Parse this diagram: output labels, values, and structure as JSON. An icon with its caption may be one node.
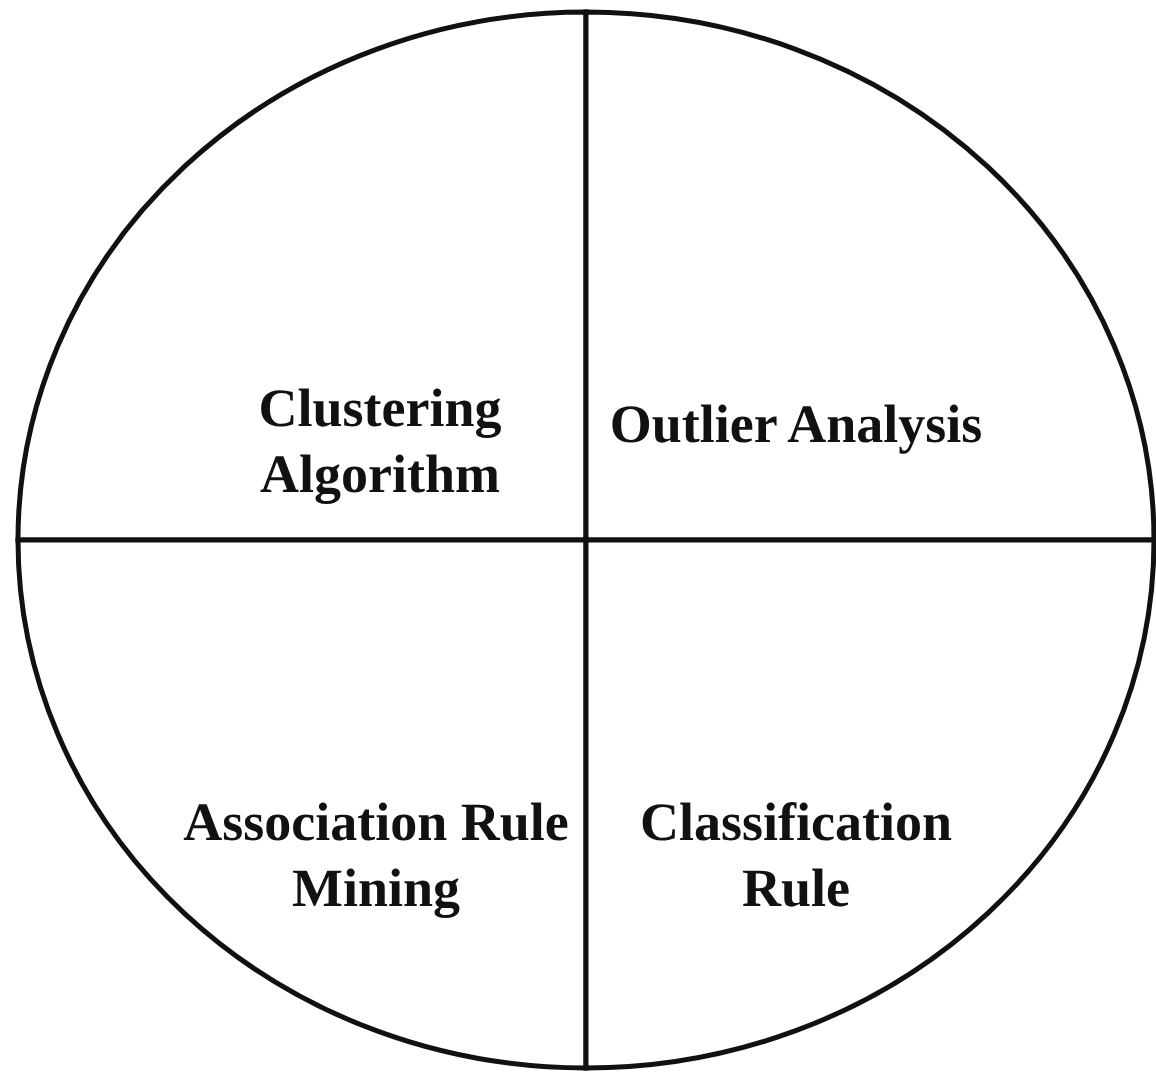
{
  "diagram": {
    "nodes": [
      {
        "text": [
          "Clustering Algorithm"
        ]
      },
      {
        "text": [
          "Outlier Analysis"
        ]
      },
      {
        "text": [
          "Association Rule Mining"
        ]
      },
      {
        "text": [
          "Classification Rule"
        ]
      }
    ]
  }
}
